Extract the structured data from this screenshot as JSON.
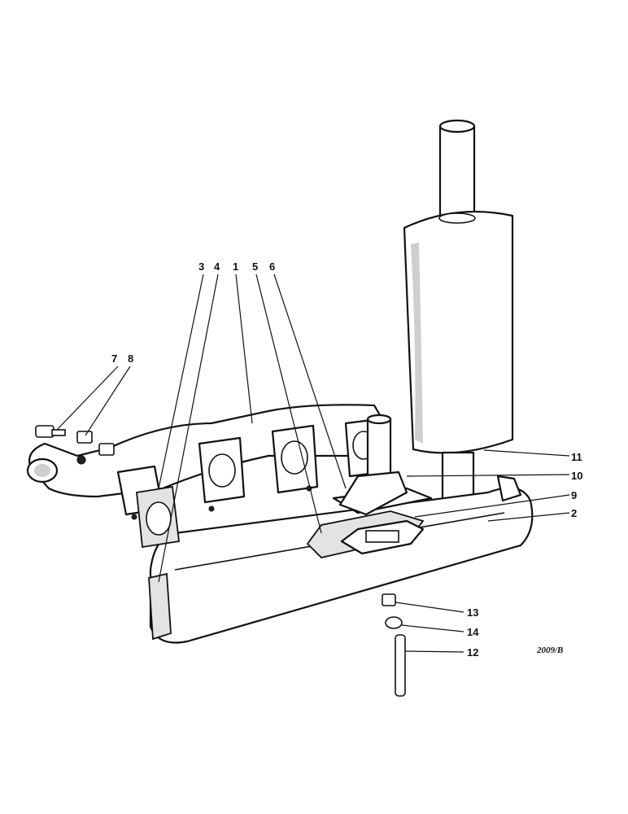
{
  "callouts": {
    "c1": "1",
    "c2": "2",
    "c3": "3",
    "c4": "4",
    "c5": "5",
    "c6": "6",
    "c7": "7",
    "c8": "8",
    "c9": "9",
    "c10": "10",
    "c11": "11",
    "c12": "12",
    "c13": "13",
    "c14": "14"
  },
  "drawing_code": "2009/B"
}
